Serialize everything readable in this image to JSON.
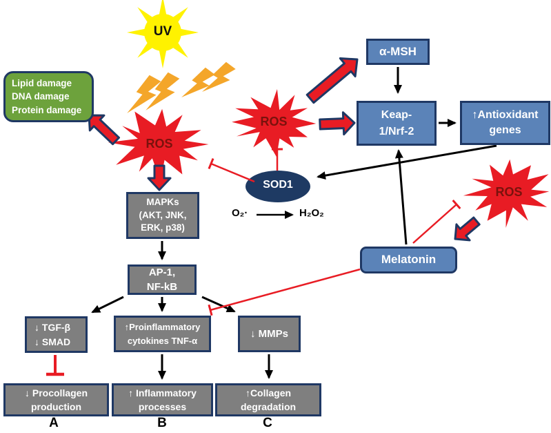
{
  "colors": {
    "blue_box": "#5b83b8",
    "gray_box": "#7f7f7f",
    "green_box": "#6da23c",
    "navy_border": "#1f3864",
    "red": "#e81c24",
    "ros_text": "#7a120d",
    "sun_yellow": "#fff200",
    "bolt_orange": "#f4a62a",
    "sod1_fill": "#1e3a63",
    "arrow_black": "#000000"
  },
  "sun": {
    "label": "UV"
  },
  "ros_labels": {
    "left": "ROS",
    "middle": "ROS",
    "right": "ROS"
  },
  "damage_box": {
    "line1": "Lipid damage",
    "line2": "DNA damage",
    "line3": "Protein damage"
  },
  "amsh": {
    "label": "α-MSH"
  },
  "keap": {
    "line1": "Keap-",
    "line2": "1/Nrf-2"
  },
  "antioxidant": {
    "line1": "↑Antioxidant",
    "line2": "genes"
  },
  "sod1": {
    "label": "SOD1"
  },
  "reaction": {
    "substrate": "O₂·",
    "product": "H₂O₂"
  },
  "mapks": {
    "line1": "MAPKs",
    "line2": "(AKT, JNK,",
    "line3": "ERK, p38)"
  },
  "ap1": {
    "line1": "AP-1,",
    "line2": "NF-kB"
  },
  "tgf": {
    "line1": "↓ TGF-β",
    "line2": "↓ SMAD"
  },
  "proinflammatory": {
    "line1": "↑Proinflammatory",
    "line2": "cytokines  TNF-α"
  },
  "mmps": {
    "label": "↓ MMPs"
  },
  "procollagen": {
    "line1": "↓ Procollagen",
    "line2": "production"
  },
  "inflammatory": {
    "line1": "↑ Inflammatory",
    "line2": "processes"
  },
  "collagen": {
    "line1": "↑Collagen",
    "line2": "degradation"
  },
  "melatonin": {
    "label": "Melatonin"
  },
  "footer_labels": {
    "a": "A",
    "b": "B",
    "c": "C"
  }
}
